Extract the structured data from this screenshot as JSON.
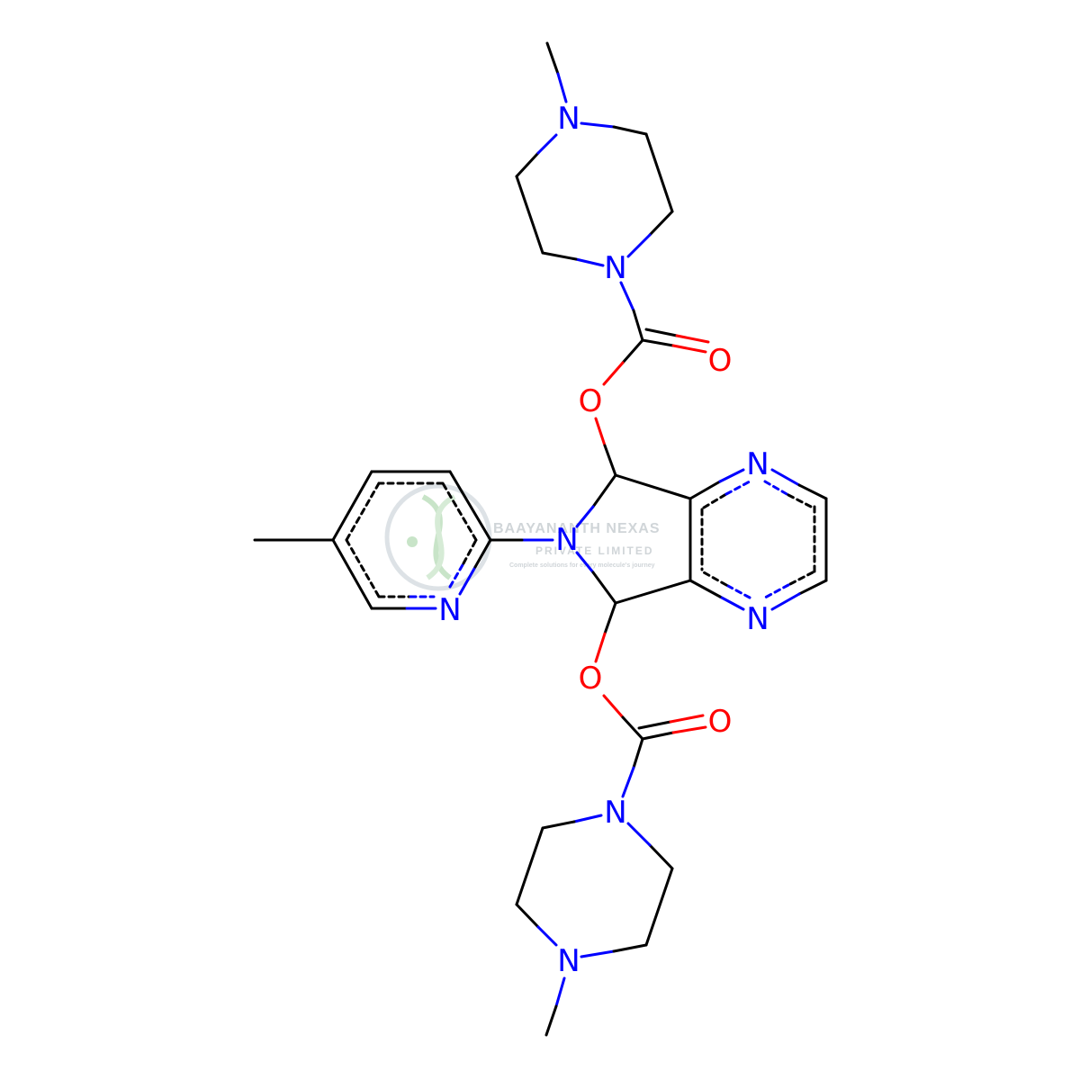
{
  "colors": {
    "carbon": "#000000",
    "nitrogen": "#0000ff",
    "oxygen": "#ff0000",
    "watermark": "#b9c2c8",
    "watermark_green": "#cfe8cf"
  },
  "atoms": {
    "n_top_methyl": "N",
    "n_top_carbonyl": "N",
    "o_top_carbonyl": "O",
    "o_top_ester": "O",
    "n_pyrazine_top": "N",
    "n_pyrrole": "N",
    "n_pyridine": "N",
    "n_pyrazine_bottom": "N",
    "o_bottom_ester": "O",
    "o_bottom_carbonyl": "O",
    "n_bottom_carbonyl": "N",
    "n_bottom_methyl": "N"
  },
  "watermark": {
    "logo_icon": "dna-helix-icon",
    "title": "BAAYANANTH NEXAS",
    "subtitle": "PRIVATE LIMITED",
    "tagline": "Complete solutions for every molecule's journey"
  }
}
